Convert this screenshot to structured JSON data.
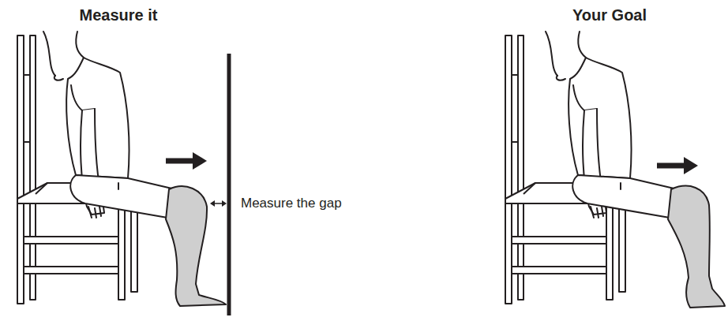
{
  "diagram": {
    "labels": [
      "Measure it",
      "Measure the gap",
      "Your Goal"
    ]
  }
}
